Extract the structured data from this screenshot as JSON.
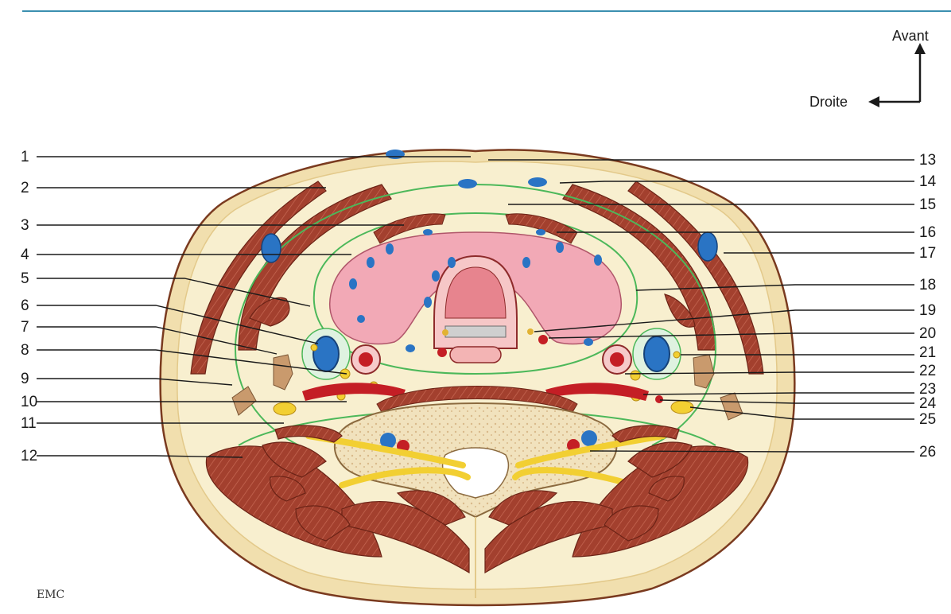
{
  "orientation": {
    "anterior_label": "Avant",
    "right_label": "Droite"
  },
  "left_labels": [
    "1",
    "2",
    "3",
    "4",
    "5",
    "6",
    "7",
    "8",
    "9",
    "10",
    "11",
    "12"
  ],
  "right_labels": [
    "13",
    "14",
    "15",
    "16",
    "17",
    "18",
    "19",
    "20",
    "21",
    "22",
    "23",
    "24",
    "25",
    "26"
  ],
  "publisher_mark": "EMC",
  "colors": {
    "rule": "#3b8fb0",
    "skin": "#f1dfae",
    "fat": "#f8efcf",
    "muscle": "#a3402e",
    "fascia": "#4cb85a",
    "thyroid": "#f2a9b6",
    "vein": "#2a74c4",
    "artery": "#c41e25",
    "nerve": "#f2cf32",
    "bone": "#f1e2bd"
  }
}
